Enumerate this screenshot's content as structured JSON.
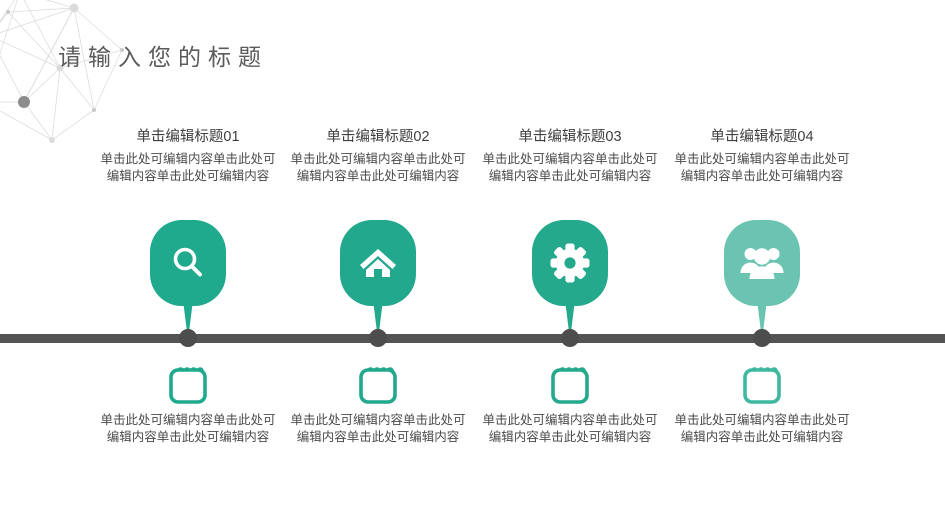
{
  "slide": {
    "title": "请输入您的标题",
    "background_color": "#ffffff",
    "axis_color": "#545454",
    "dot_color": "#4d4d4d",
    "title_color": "#5b5b5b",
    "decoration": "network-constellation-graphic"
  },
  "palette": {
    "teal_primary": "#1fa98d",
    "teal_light": "#6bc4b2",
    "icon_fill": "#ffffff"
  },
  "items": [
    {
      "title": "单击编辑标题01",
      "top_desc": "单击此处可编辑内容单击此处可编辑内容单击此处可编辑内容",
      "bottom_desc": "单击此处可编辑内容单击此处可编辑内容单击此处可编辑内容",
      "icon": "search-icon",
      "bottom_icon": "calendar-icon",
      "pin_color": "#1fa98d",
      "calendar_color": "#1fa98d"
    },
    {
      "title": "单击编辑标题02",
      "top_desc": "单击此处可编辑内容单击此处可编辑内容单击此处可编辑内容",
      "bottom_desc": "单击此处可编辑内容单击此处可编辑内容单击此处可编辑内容",
      "icon": "home-icon",
      "bottom_icon": "calendar-icon",
      "pin_color": "#22a88c",
      "calendar_color": "#22a88c"
    },
    {
      "title": "单击编辑标题03",
      "top_desc": "单击此处可编辑内容单击此处可编辑内容单击此处可编辑内容",
      "bottom_desc": "单击此处可编辑内容单击此处可编辑内容单击此处可编辑内容",
      "icon": "gear-icon",
      "bottom_icon": "calendar-icon",
      "pin_color": "#24a98c",
      "calendar_color": "#24a98c"
    },
    {
      "title": "单击编辑标题04",
      "top_desc": "单击此处可编辑内容单击此处可编辑内容单击此处可编辑内容",
      "bottom_desc": "单击此处可编辑内容单击此处可编辑内容单击此处可编辑内容",
      "icon": "users-icon",
      "bottom_icon": "calendar-icon",
      "pin_color": "#6bc4b2",
      "calendar_color": "#3fb8a0"
    }
  ]
}
